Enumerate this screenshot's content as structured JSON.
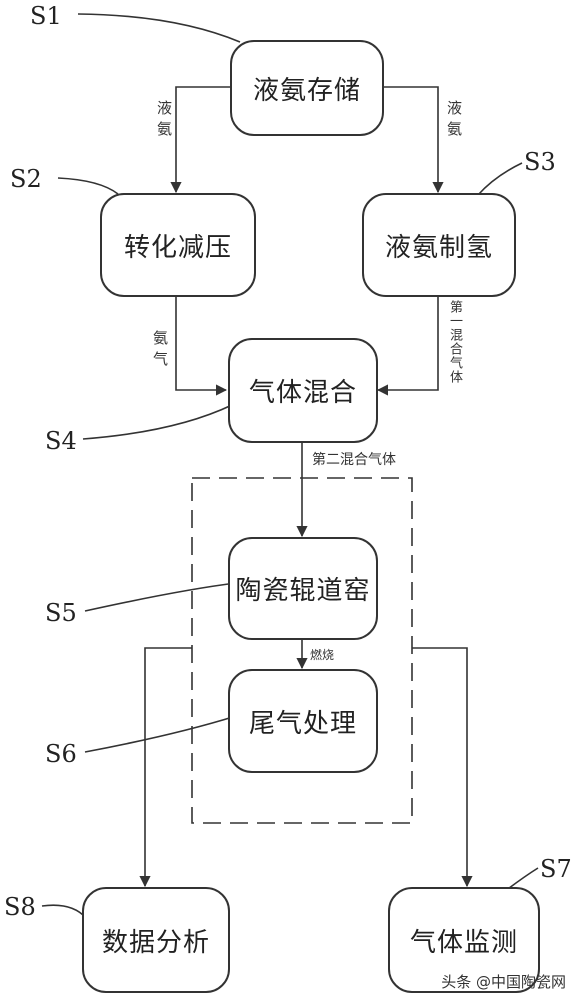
{
  "steps": {
    "s1": {
      "id": "S1",
      "label": "液氨存储"
    },
    "s2": {
      "id": "S2",
      "label": "转化减压"
    },
    "s3": {
      "id": "S3",
      "label": "液氨制氢"
    },
    "s4": {
      "id": "S4",
      "label": "气体混合"
    },
    "s5": {
      "id": "S5",
      "label": "陶瓷辊道窑"
    },
    "s6": {
      "id": "S6",
      "label": "尾气处理"
    },
    "s7": {
      "id": "S7",
      "label": "气体监测"
    },
    "s8": {
      "id": "S8",
      "label": "数据分析"
    }
  },
  "edges": {
    "s1_s2": "液氨",
    "s1_s3": "液氨",
    "s2_s4": "氨气",
    "s3_s4": "第一混合气体",
    "s4_s5": "第二混合气体",
    "s5_s6": "燃烧"
  },
  "watermark": "头条 @中国陶瓷网"
}
